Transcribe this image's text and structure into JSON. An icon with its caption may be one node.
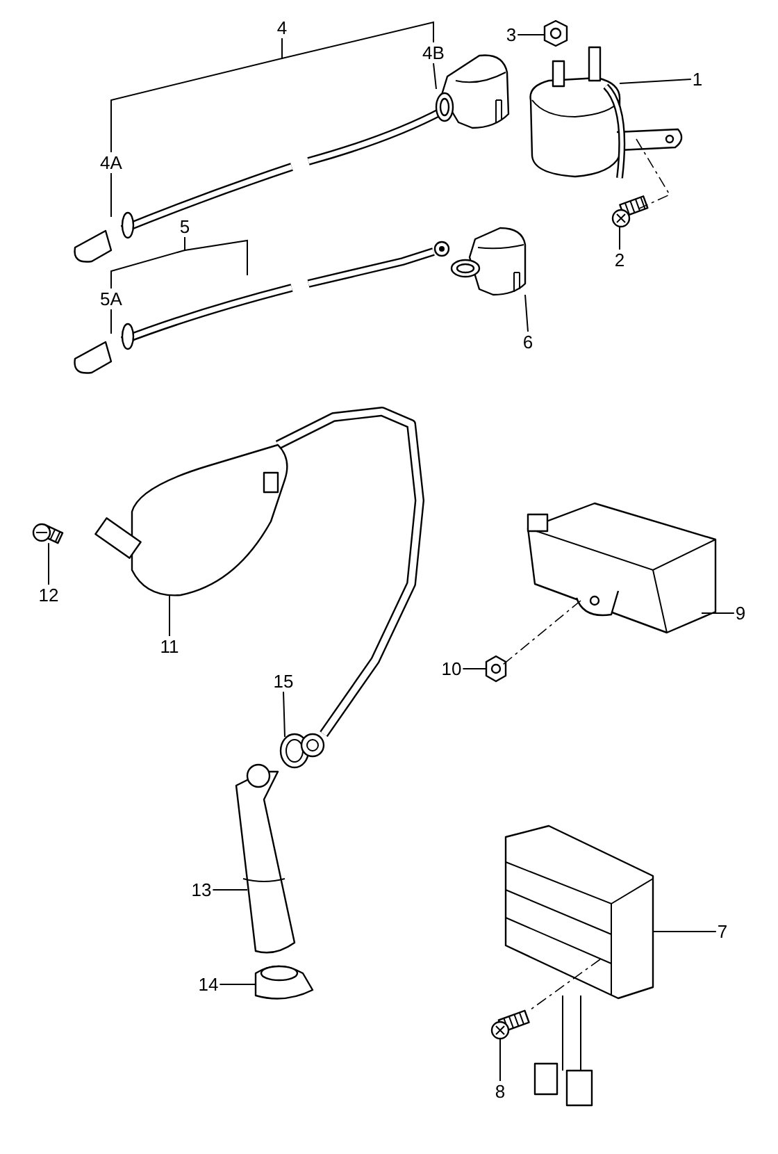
{
  "diagram": {
    "nodes": [
      {
        "text": [
          "4"
        ]
      },
      {
        "text": [
          "4B"
        ]
      },
      {
        "text": [
          "3"
        ]
      },
      {
        "text": [
          "1"
        ]
      },
      {
        "text": [
          "4A"
        ]
      },
      {
        "text": [
          "5"
        ]
      },
      {
        "text": [
          "5A"
        ]
      },
      {
        "text": [
          "2"
        ]
      },
      {
        "text": [
          "6"
        ]
      },
      {
        "text": [
          "12"
        ]
      },
      {
        "text": [
          "11"
        ]
      },
      {
        "text": [
          "9"
        ]
      },
      {
        "text": [
          "10"
        ]
      },
      {
        "text": [
          "15"
        ]
      },
      {
        "text": [
          "13"
        ]
      },
      {
        "text": [
          "14"
        ]
      },
      {
        "text": [
          "7"
        ]
      },
      {
        "text": [
          "8"
        ]
      },
      {
        "text": [],
        "shape": "picture"
      },
      {
        "text": [],
        "shape": "picture"
      },
      {
        "text": [],
        "shape": "picture"
      },
      {
        "text": [],
        "shape": "picture"
      },
      {
        "text": [],
        "shape": "picture"
      },
      {
        "text": [],
        "shape": "picture"
      },
      {
        "text": [],
        "shape": "picture"
      },
      {
        "text": [],
        "shape": "picture"
      },
      {
        "text": [],
        "shape": "picture"
      },
      {
        "text": [],
        "shape": "picture"
      },
      {
        "text": [],
        "shape": "picture"
      },
      {
        "text": [],
        "shape": "picture"
      },
      {
        "text": [],
        "shape": "picture"
      },
      {
        "text": [],
        "shape": "picture"
      },
      {
        "text": [],
        "shape": "picture"
      },
      {
        "text": [],
        "shape": "picture"
      },
      {
        "text": [],
        "shape": "picture"
      }
    ],
    "edges": [
      {
        "from": 0,
        "to": 4,
        "arrow": "none"
      },
      {
        "from": 0,
        "to": 1,
        "arrow": "none"
      },
      {
        "from": 1,
        "to": 18,
        "arrow": "none"
      },
      {
        "from": 2,
        "to": 19,
        "arrow": "none"
      },
      {
        "from": 3,
        "to": 20,
        "arrow": "none"
      },
      {
        "from": 4,
        "to": 21,
        "arrow": "none"
      },
      {
        "from": 5,
        "to": 6,
        "arrow": "none"
      },
      {
        "from": 5,
        "to": 22,
        "arrow": "none"
      },
      {
        "from": 6,
        "to": 23,
        "arrow": "none"
      },
      {
        "from": 7,
        "to": 24,
        "arrow": "none"
      },
      {
        "from": 8,
        "to": 25,
        "arrow": "none"
      },
      {
        "from": 9,
        "to": 26,
        "arrow": "none"
      },
      {
        "from": 10,
        "to": 27,
        "arrow": "none"
      },
      {
        "from": 11,
        "to": 28,
        "arrow": "none"
      },
      {
        "from": 12,
        "to": 29,
        "arrow": "none"
      },
      {
        "from": 13,
        "to": 30,
        "arrow": "none"
      },
      {
        "from": 14,
        "to": 31,
        "arrow": "none"
      },
      {
        "from": 15,
        "to": 32,
        "arrow": "none"
      },
      {
        "from": 16,
        "to": 33,
        "arrow": "none"
      },
      {
        "from": 17,
        "to": 34,
        "arrow": "none"
      },
      {
        "from": 20,
        "to": 24,
        "arrow": "none",
        "style": "dashed"
      },
      {
        "from": 28,
        "to": 29,
        "arrow": "none",
        "style": "dashed"
      },
      {
        "from": 33,
        "to": 34,
        "arrow": "none",
        "style": "dashed"
      },
      {
        "from": 27,
        "to": 30,
        "arrow": "none",
        "style": "thick"
      }
    ]
  }
}
